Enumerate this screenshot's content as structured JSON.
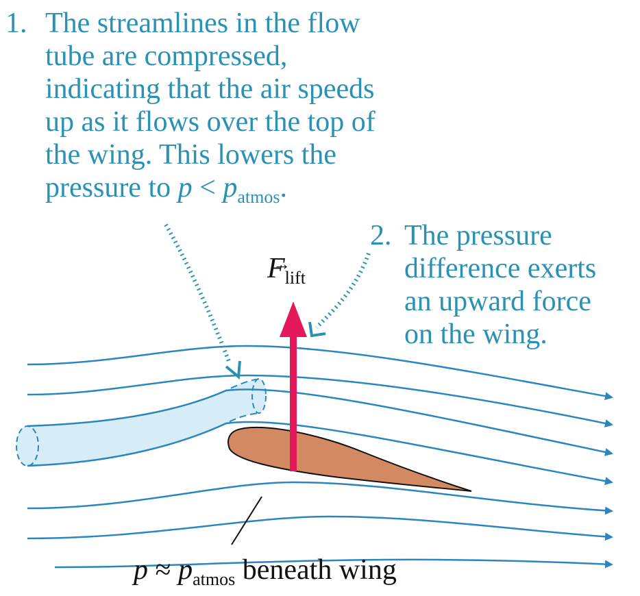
{
  "colors": {
    "caption": "#2a91b5",
    "streamline": "#2a86bd",
    "tube_fill": "#d6ecf7",
    "wing_fill": "#d38a62",
    "lift_arrow": "#e3195a",
    "pointer_dots": "#2a91b5"
  },
  "caption1": {
    "number": "1.",
    "lines": [
      "The streamlines in the flow",
      "tube are compressed,",
      "indicating that the air speeds",
      "up as it flows over the top of",
      "the wing. This lowers the",
      "pressure to "
    ],
    "p": "p",
    "lt": " < ",
    "p_atmos": "p",
    "atmos_sub": "atmos",
    "period": "."
  },
  "caption2": {
    "number": "2.",
    "lines": [
      "The pressure",
      "difference exerts",
      "an upward force",
      "on the wing."
    ]
  },
  "lift_label": {
    "symbol": "F",
    "arrow": "→",
    "subscript": "lift"
  },
  "bottom_label": {
    "p": "p",
    "approx": " ≈ ",
    "p_atmos": "p",
    "atmos_sub": "atmos",
    "text": " beneath wing"
  }
}
